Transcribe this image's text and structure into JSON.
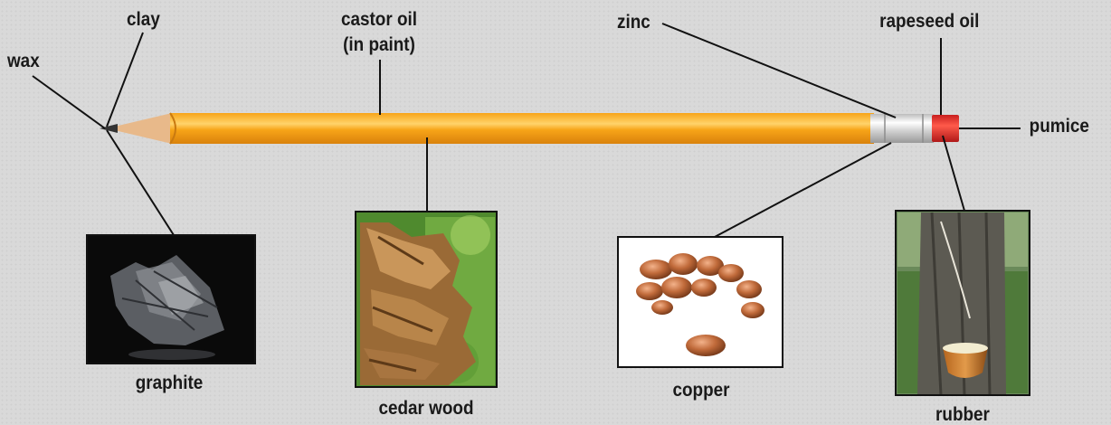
{
  "labels": {
    "wax": "wax",
    "clay": "clay",
    "castor_oil_line1": "castor oil",
    "castor_oil_line2": "(in paint)",
    "zinc": "zinc",
    "rapeseed_oil": "rapeseed oil",
    "pumice": "pumice"
  },
  "photos": {
    "graphite": "graphite",
    "cedar_wood": "cedar wood",
    "copper": "copper",
    "rubber": "rubber"
  },
  "colors": {
    "pencil_body": "#f5a623",
    "pencil_light": "#ffd36b",
    "wood": "#e8b98a",
    "ferrule": "#d8d8d8",
    "eraser": "#e03030",
    "leader_line": "#111111"
  }
}
